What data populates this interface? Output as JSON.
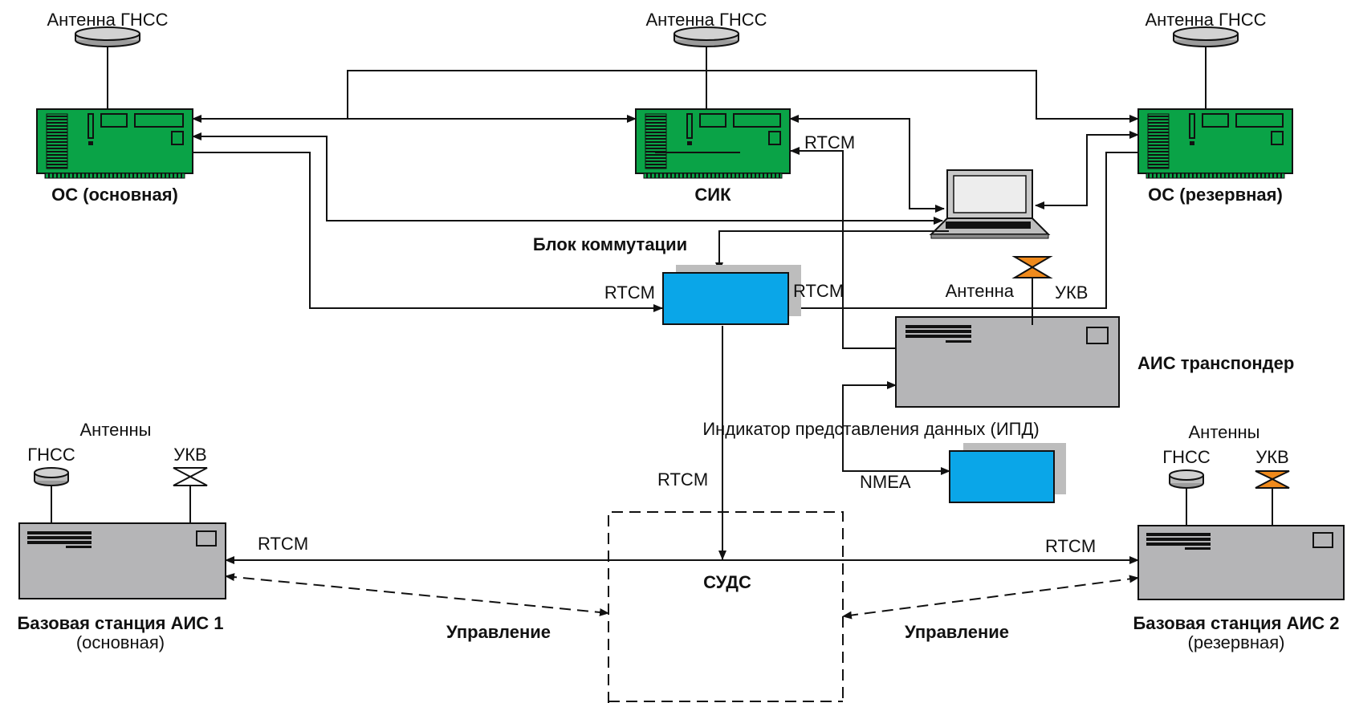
{
  "labels": {
    "gnss_antenna": "Антенна ГНСС",
    "os_main": "ОС (основная)",
    "sik": "СИК",
    "os_reserve": "ОС (резервная)",
    "switch_block": "Блок коммутации",
    "rtcm": "RTCM",
    "antenna": "Антенна",
    "vhf": "УКВ",
    "ais_transponder": "АИС транспондер",
    "antennas": "Антенны",
    "gnss": "ГНСС",
    "display_indicator": "Индикатор представления данных (ИПД)",
    "nmea": "NMEA",
    "suds": "СУДС",
    "control": "Управление",
    "base_station_1": "Базовая станция АИС 1",
    "base_station_1_sub": "(основная)",
    "base_station_2": "Базовая станция АИС 2",
    "base_station_2_sub": "(резервная)"
  },
  "colors": {
    "receiver": "#0aa347",
    "station": "#b5b5b7",
    "block": "#0aa6e8",
    "vhf_antenna": "#f08a1c"
  }
}
